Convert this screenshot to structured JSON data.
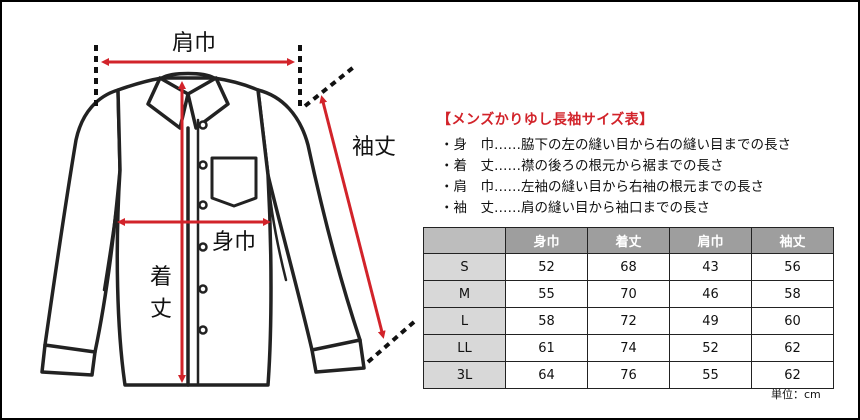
{
  "diagram": {
    "labels": {
      "shoulder": "肩巾",
      "sleeve": "袖丈",
      "body_width": "身巾",
      "length_char1": "着",
      "length_char2": "丈"
    },
    "colors": {
      "arrow": "#d2232a",
      "outline": "#222222",
      "dashed": "#111111"
    }
  },
  "size_chart": {
    "title": "【メンズかりゆし長袖サイズ表】",
    "definitions": [
      "・身　巾……脇下の左の縫い目から右の縫い目までの長さ",
      "・着　丈……襟の後ろの根元から裾までの長さ",
      "・肩　巾……左袖の縫い目から右袖の根元までの長さ",
      "・袖　丈……肩の縫い目から袖口までの長さ"
    ],
    "columns": [
      "身巾",
      "着丈",
      "肩巾",
      "袖丈"
    ],
    "rows": [
      {
        "size": "S",
        "values": [
          "52",
          "68",
          "43",
          "56"
        ]
      },
      {
        "size": "M",
        "values": [
          "55",
          "70",
          "46",
          "58"
        ]
      },
      {
        "size": "L",
        "values": [
          "58",
          "72",
          "49",
          "60"
        ]
      },
      {
        "size": "LL",
        "values": [
          "61",
          "74",
          "52",
          "62"
        ]
      },
      {
        "size": "3L",
        "values": [
          "64",
          "76",
          "55",
          "62"
        ]
      }
    ],
    "unit": "単位：cm"
  }
}
